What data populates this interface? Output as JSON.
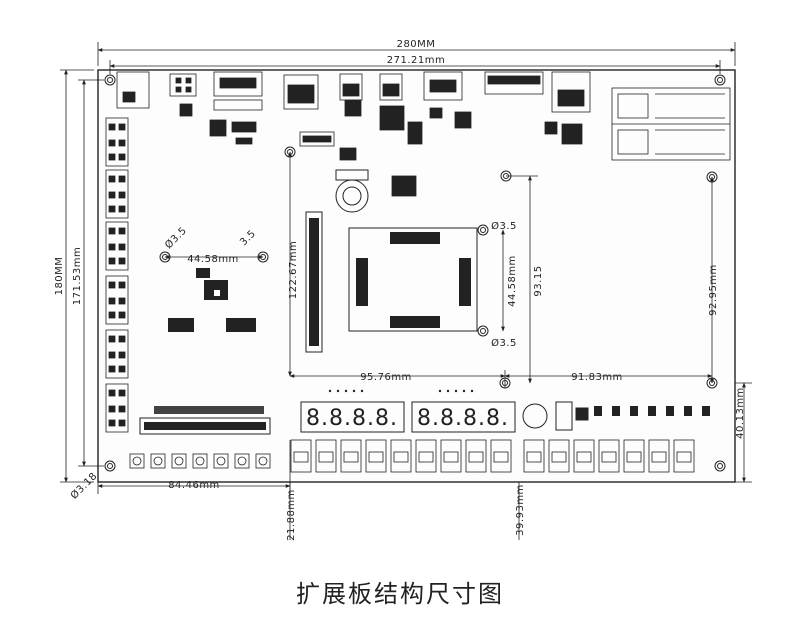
{
  "caption": "扩展板结构尺寸图",
  "dimensions": {
    "overall_width": "280MM",
    "hole_spacing_width": "271.21mm",
    "overall_height": "180MM",
    "hole_spacing_height": "171.53mm",
    "center_hole_spacing": "44.58mm",
    "socket_height": "122.67mm",
    "module_hole_spacing": "44.58mm",
    "module_height": "93.15",
    "right_height": "92.95mm",
    "lower_left_span": "95.76mm",
    "lower_right_span": "91.83mm",
    "right_bottom": "40.13mm",
    "bottom_left": "84.46mm",
    "bottom_mid_a": "21.88mm",
    "bottom_mid_b": "39.93mm"
  },
  "hole_labels": {
    "hole_35": "Ø3.5",
    "hole_35_b": "3.5",
    "hole_318": "Ø3.18"
  },
  "displays": {
    "digits_left": "8.8.8.8.",
    "digits_right": "8.8.8.8."
  },
  "colors": {
    "line": "#222222",
    "background": "#ffffff",
    "pcb": "#fdfdfd"
  }
}
